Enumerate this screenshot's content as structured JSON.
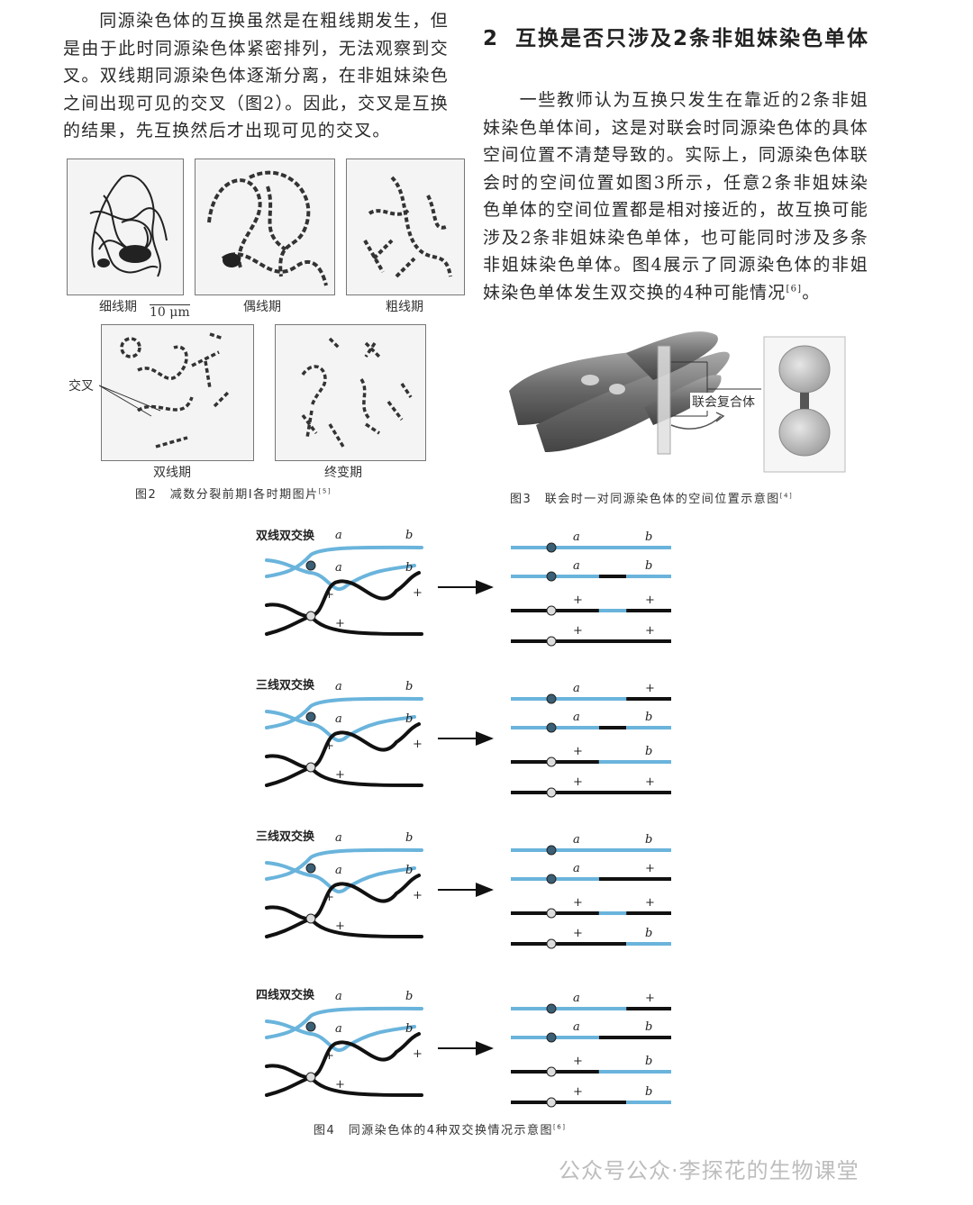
{
  "left_column": {
    "paragraph": "同源染色体的互换虽然是在粗线期发生，但是由于此时同源染色体紧密排列，无法观察到交叉。双线期同源染色体逐渐分离，在非姐妹染色之间出现可见的交叉（图2）。因此，交叉是互换的结果，先互换然后才出现可见的交叉。"
  },
  "right_column": {
    "heading_number": "2",
    "heading_text": "互换是否只涉及2条非姐妹染色单体",
    "paragraph": "一些教师认为互换只发生在靠近的2条非姐妹染色单体间，这是对联会时同源染色体的具体空间位置不清楚导致的。实际上，同源染色体联会时的空间位置如图3所示，任意2条非姐妹染色单体的空间位置都是相对接近的，故互换可能涉及2条非姐妹染色单体，也可能同时涉及多条非姐妹染色单体。图4展示了同源染色体的非姐妹染色单体发生双交换的4种可能情况",
    "paragraph_ref": "[6]",
    "paragraph_end": "。"
  },
  "figure2": {
    "panels": [
      {
        "label": "细线期"
      },
      {
        "label": "偶线期"
      },
      {
        "label": "粗线期"
      },
      {
        "label": "双线期"
      },
      {
        "label": "终变期"
      }
    ],
    "scale_bar": "10 μm",
    "annotation": "交叉",
    "caption": "图2　减数分裂前期Ⅰ各时期图片",
    "caption_ref": "[5]"
  },
  "figure3": {
    "label": "联会复合体",
    "caption": "图3　联会时一对同源染色体的空间位置示意图",
    "caption_ref": "[4]"
  },
  "figure4": {
    "panels": [
      {
        "title": "双线双交换",
        "left_labels": [
          "a",
          "b",
          "a",
          "b",
          "+",
          "+",
          "+"
        ],
        "right_labels": [
          "a",
          "b",
          "a",
          "b",
          "+",
          "+",
          "+",
          "+"
        ]
      },
      {
        "title": "三线双交换",
        "left_labels": [
          "a",
          "b",
          "a",
          "b",
          "+",
          "+",
          "+"
        ],
        "right_labels": [
          "a",
          "+",
          "a",
          "b",
          "+",
          "b",
          "+",
          "+"
        ]
      },
      {
        "title": "三线双交换",
        "left_labels": [
          "a",
          "b",
          "a",
          "b",
          "+",
          "+",
          "+"
        ],
        "right_labels": [
          "a",
          "b",
          "a",
          "+",
          "+",
          "+",
          "+",
          "b"
        ]
      },
      {
        "title": "四线双交换",
        "left_labels": [
          "a",
          "b",
          "a",
          "b",
          "+",
          "+",
          "+"
        ],
        "right_labels": [
          "a",
          "+",
          "a",
          "b",
          "+",
          "b",
          "+",
          "b"
        ]
      }
    ],
    "caption": "图4　同源染色体的4种双交换情况示意图",
    "caption_ref": "[6]"
  },
  "watermark": "公众号公众·李探花的生物课堂",
  "colors": {
    "blue": "#6ab4dc",
    "black": "#111111",
    "text": "#2a2a2a"
  }
}
